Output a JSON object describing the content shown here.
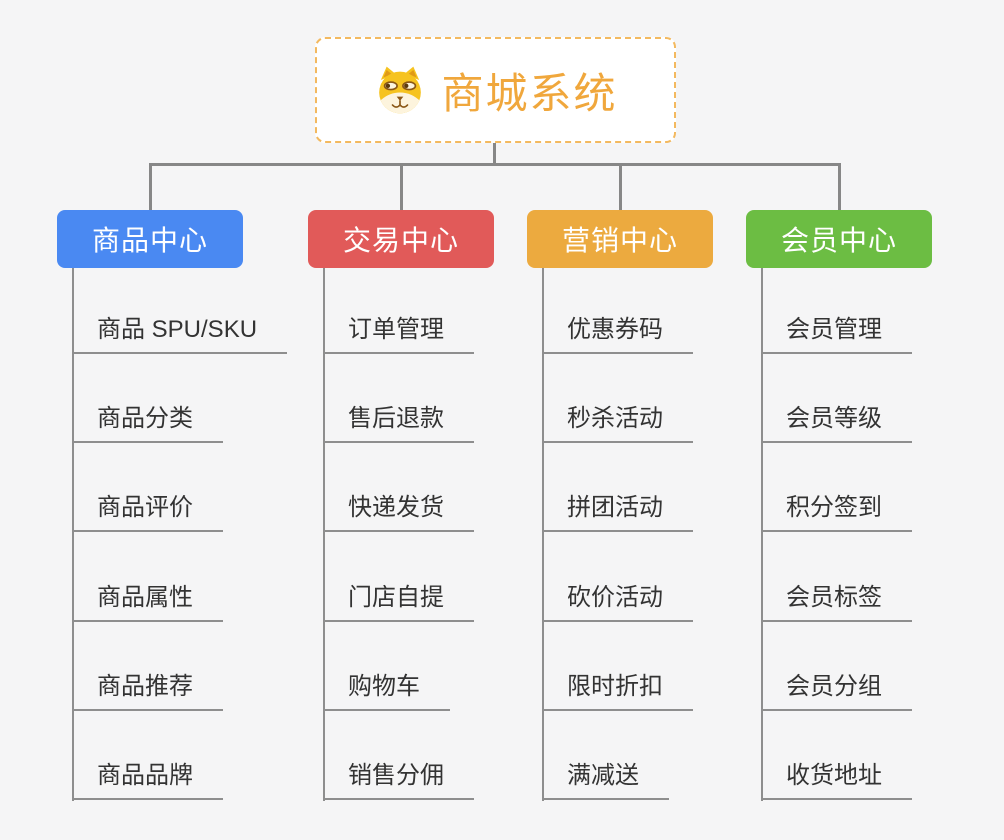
{
  "root": {
    "title": "商城系统",
    "icon": "shiba-dog-icon"
  },
  "branches": [
    {
      "label": "商品中心",
      "color": "#4a89f2",
      "items": [
        "商品 SPU/SKU",
        "商品分类",
        "商品评价",
        "商品属性",
        "商品推荐",
        "商品品牌"
      ]
    },
    {
      "label": "交易中心",
      "color": "#e15a59",
      "items": [
        "订单管理",
        "售后退款",
        "快递发货",
        "门店自提",
        "购物车",
        "销售分佣"
      ]
    },
    {
      "label": "营销中心",
      "color": "#ecaa3f",
      "items": [
        "优惠券码",
        "秒杀活动",
        "拼团活动",
        "砍价活动",
        "限时折扣",
        "满减送"
      ]
    },
    {
      "label": "会员中心",
      "color": "#6cbd43",
      "items": [
        "会员管理",
        "会员等级",
        "积分签到",
        "会员标签",
        "会员分组",
        "收货地址"
      ]
    }
  ],
  "colors": {
    "background": "#f5f5f6",
    "connector": "#878787",
    "leaf_underline": "#8e8e8e",
    "leaf_text": "#333333",
    "root_text": "#f0a73c",
    "root_border": "#f3b95f",
    "branch_text": "#ffffff"
  }
}
